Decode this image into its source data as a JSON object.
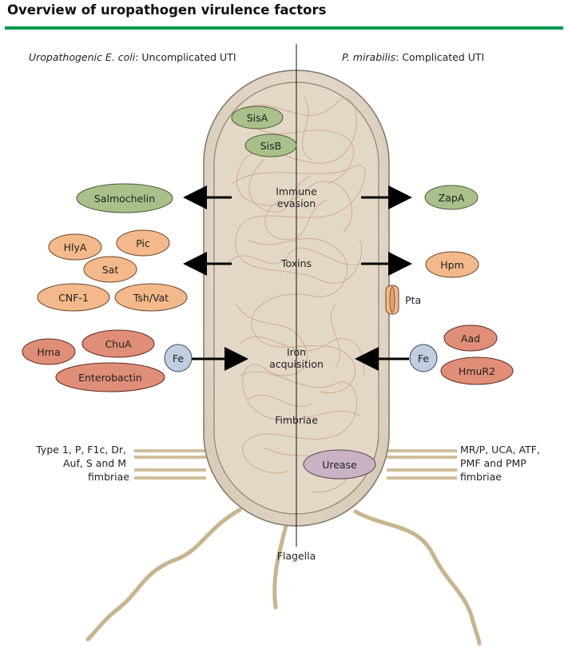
{
  "title": "Overview of uropathogen virulence factors",
  "header": {
    "left_species": "Uropathogenic E. coli",
    "left_rest": ": Uncomplicated UTI",
    "right_species": "P. mirabilis",
    "right_rest": ": Complicated UTI"
  },
  "center_labels": {
    "immune_line1": "Immune",
    "immune_line2": "evasion",
    "toxins": "Toxins",
    "iron_line1": "Iron",
    "iron_line2": "acquisition",
    "fimbriae": "Fimbriae",
    "flagella": "Flagella"
  },
  "internal_factors": {
    "sisa": "SisA",
    "sisb": "SisB",
    "urease": "Urease"
  },
  "left_factors": {
    "salmochelin": "Salmochelin",
    "hlya": "HlyA",
    "pic": "Pic",
    "sat": "Sat",
    "cnf1": "CNF-1",
    "tshvat": "Tsh/Vat",
    "hma": "Hma",
    "chua": "ChuA",
    "enterobactin": "Enterobactin",
    "fe": "Fe"
  },
  "right_factors": {
    "zapa": "ZapA",
    "hpm": "Hpm",
    "pta": "Pta",
    "aad": "Aad",
    "hmur2": "HmuR2",
    "fe": "Fe"
  },
  "left_fimbriae_lines": [
    "Type 1, P, F1c, Dr,",
    "Auf, S and M",
    "fimbriae"
  ],
  "right_fimbriae_lines": [
    "MR/P, UCA, ATF,",
    "PMF and PMP",
    "fimbriae"
  ],
  "colors": {
    "green": "#a9c08a",
    "orange": "#f3b98a",
    "red": "#e08e78",
    "purple": "#c9b2c3",
    "blue": "#c1cde0",
    "cell": "#e6ddce",
    "rule": "#009a4e"
  }
}
